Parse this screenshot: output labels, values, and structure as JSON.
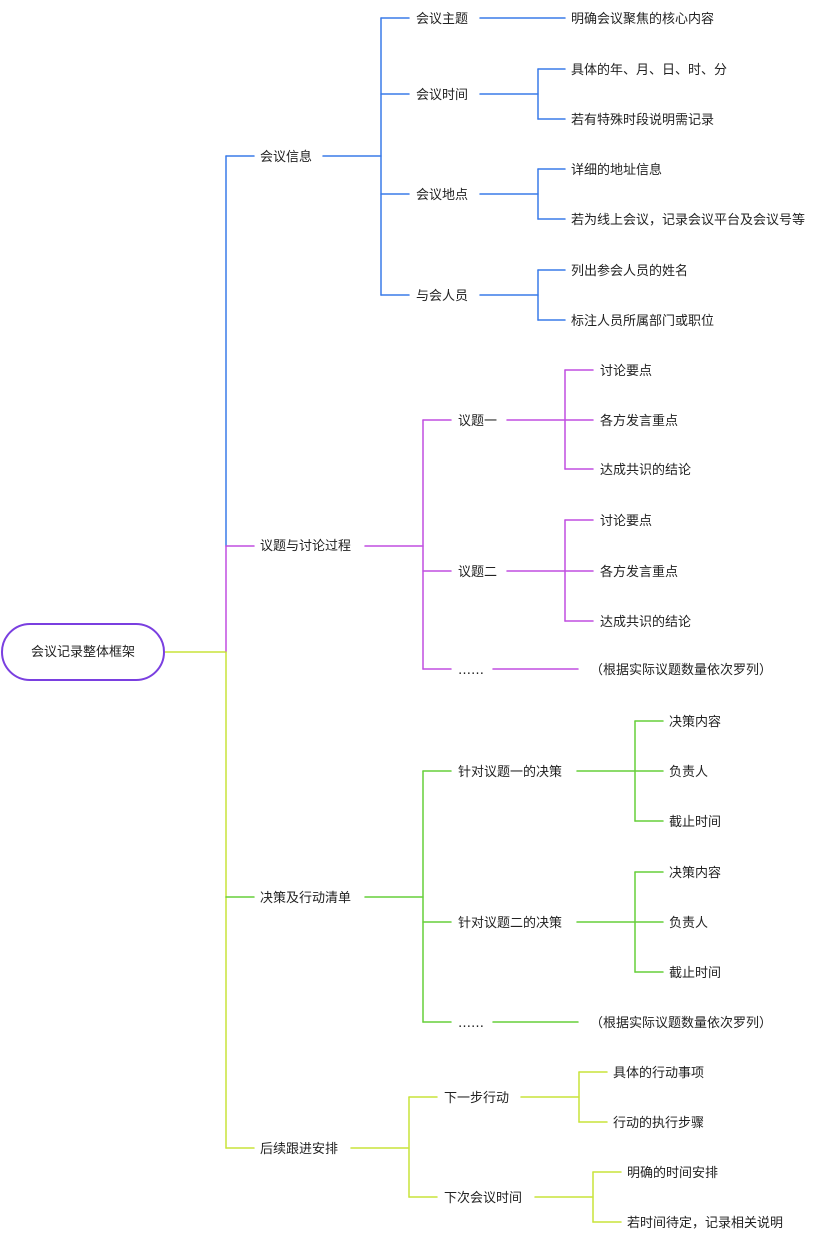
{
  "colors": {
    "info": "#3a7be9",
    "topics": "#c04fe0",
    "decisions": "#67cf3a",
    "followup": "#c9e43a",
    "root_border": "#7a3fe0",
    "text": "#222222"
  },
  "root": {
    "label": "会议记录整体框架"
  },
  "branches": [
    {
      "label": "会议信息",
      "color_key": "info",
      "children": [
        {
          "label": "会议主题",
          "children": [
            {
              "label": "明确会议聚焦的核心内容"
            }
          ]
        },
        {
          "label": "会议时间",
          "children": [
            {
              "label": "具体的年、月、日、时、分"
            },
            {
              "label": "若有特殊时段说明需记录"
            }
          ]
        },
        {
          "label": "会议地点",
          "children": [
            {
              "label": "详细的地址信息"
            },
            {
              "label": "若为线上会议，记录会议平台及会议号等"
            }
          ]
        },
        {
          "label": "与会人员",
          "children": [
            {
              "label": "列出参会人员的姓名"
            },
            {
              "label": "标注人员所属部门或职位"
            }
          ]
        }
      ]
    },
    {
      "label": "议题与讨论过程",
      "color_key": "topics",
      "children": [
        {
          "label": "议题一",
          "children": [
            {
              "label": "讨论要点"
            },
            {
              "label": "各方发言重点"
            },
            {
              "label": "达成共识的结论"
            }
          ]
        },
        {
          "label": "议题二",
          "children": [
            {
              "label": "讨论要点"
            },
            {
              "label": "各方发言重点"
            },
            {
              "label": "达成共识的结论"
            }
          ]
        },
        {
          "label": "……",
          "children": [
            {
              "label": "（根据实际议题数量依次罗列）"
            }
          ]
        }
      ]
    },
    {
      "label": "决策及行动清单",
      "color_key": "decisions",
      "children": [
        {
          "label": "针对议题一的决策",
          "children": [
            {
              "label": "决策内容"
            },
            {
              "label": "负责人"
            },
            {
              "label": "截止时间"
            }
          ]
        },
        {
          "label": "针对议题二的决策",
          "children": [
            {
              "label": "决策内容"
            },
            {
              "label": "负责人"
            },
            {
              "label": "截止时间"
            }
          ]
        },
        {
          "label": "……",
          "children": [
            {
              "label": "（根据实际议题数量依次罗列）"
            }
          ]
        }
      ]
    },
    {
      "label": "后续跟进安排",
      "color_key": "followup",
      "children": [
        {
          "label": "下一步行动",
          "children": [
            {
              "label": "具体的行动事项"
            },
            {
              "label": "行动的执行步骤"
            }
          ]
        },
        {
          "label": "下次会议时间",
          "children": [
            {
              "label": "明确的时间安排"
            },
            {
              "label": "若时间待定，记录相关说明"
            }
          ]
        }
      ]
    }
  ]
}
